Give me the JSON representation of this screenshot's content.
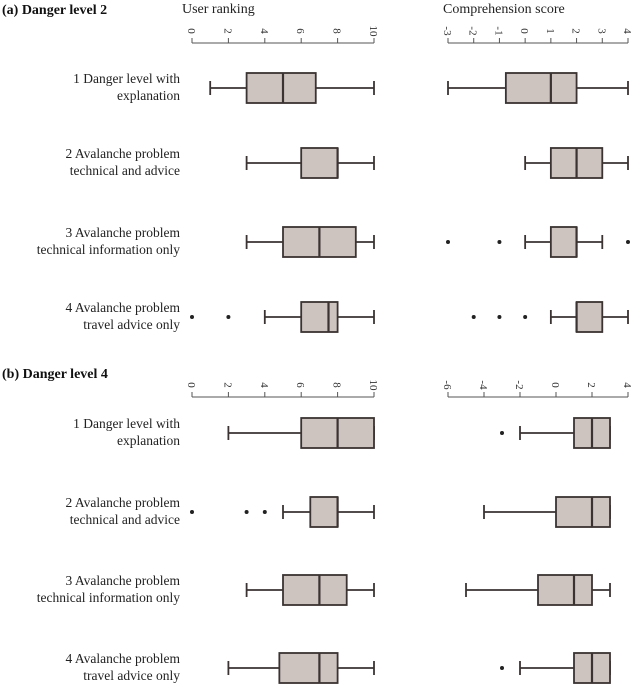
{
  "chart_data": {
    "type": "boxplot",
    "column_titles": [
      "User ranking",
      "Comprehension score"
    ],
    "categories": [
      [
        "1 Danger level with",
        "explanation"
      ],
      [
        "2 Avalanche problem",
        "technical and advice"
      ],
      [
        "3 Avalanche problem",
        "technical information only"
      ],
      [
        "4 Avalanche problem",
        "travel advice only"
      ]
    ],
    "panels": [
      {
        "title": "(a) Danger level 2",
        "ranking": {
          "xlim": [
            0,
            10
          ],
          "ticks": [
            "0",
            "2",
            "4",
            "6",
            "8",
            "10"
          ],
          "boxes": [
            {
              "min": 1,
              "q1": 3,
              "median": 5,
              "q3": 6.8,
              "max": 10,
              "outliers": []
            },
            {
              "min": 3,
              "q1": 6,
              "median": 8,
              "q3": 8,
              "max": 10,
              "outliers": []
            },
            {
              "min": 3,
              "q1": 5,
              "median": 7,
              "q3": 9,
              "max": 10,
              "outliers": []
            },
            {
              "min": 4,
              "q1": 6,
              "median": 7.5,
              "q3": 8,
              "max": 10,
              "outliers": [
                0,
                2
              ]
            }
          ]
        },
        "comprehension": {
          "xlim": [
            -3,
            4
          ],
          "ticks": [
            "-3",
            "-2",
            "-1",
            "0",
            "1",
            "2",
            "3",
            "4"
          ],
          "boxes": [
            {
              "min": -3,
              "q1": -0.75,
              "median": 1,
              "q3": 2,
              "max": 4,
              "outliers": []
            },
            {
              "min": 0,
              "q1": 1,
              "median": 2,
              "q3": 3,
              "max": 4,
              "outliers": []
            },
            {
              "min": 0,
              "q1": 1,
              "median": 2,
              "q3": 2,
              "max": 3,
              "outliers": [
                -3,
                -1,
                4
              ]
            },
            {
              "min": 1,
              "q1": 2,
              "median": 2,
              "q3": 3,
              "max": 4,
              "outliers": [
                -2,
                -1,
                0
              ]
            }
          ]
        }
      },
      {
        "title": "(b) Danger level 4",
        "ranking": {
          "xlim": [
            0,
            10
          ],
          "ticks": [
            "0",
            "2",
            "4",
            "6",
            "8",
            "10"
          ],
          "boxes": [
            {
              "min": 2,
              "q1": 6,
              "median": 8,
              "q3": 10,
              "max": 10,
              "outliers": []
            },
            {
              "min": 5,
              "q1": 6.5,
              "median": 8,
              "q3": 8,
              "max": 10,
              "outliers": [
                0,
                3,
                4
              ]
            },
            {
              "min": 3,
              "q1": 5,
              "median": 7,
              "q3": 8.5,
              "max": 10,
              "outliers": []
            },
            {
              "min": 2,
              "q1": 4.8,
              "median": 7,
              "q3": 8,
              "max": 10,
              "outliers": []
            }
          ]
        },
        "comprehension": {
          "xlim": [
            -6,
            4
          ],
          "ticks": [
            "-6",
            "-4",
            "-2",
            "0",
            "2",
            "4"
          ],
          "boxes": [
            {
              "min": -2,
              "q1": 1,
              "median": 2,
              "q3": 3,
              "max": 3,
              "outliers": [
                -3
              ]
            },
            {
              "min": -4,
              "q1": 0,
              "median": 2,
              "q3": 3,
              "max": 3,
              "outliers": []
            },
            {
              "min": -5,
              "q1": -1,
              "median": 1,
              "q3": 2,
              "max": 3,
              "outliers": []
            },
            {
              "min": -2,
              "q1": 1,
              "median": 2,
              "q3": 3,
              "max": 3,
              "outliers": [
                -3
              ]
            }
          ]
        }
      }
    ],
    "colors": {
      "box_fill": "#cdc3bf",
      "stroke": "#3a3332"
    }
  }
}
